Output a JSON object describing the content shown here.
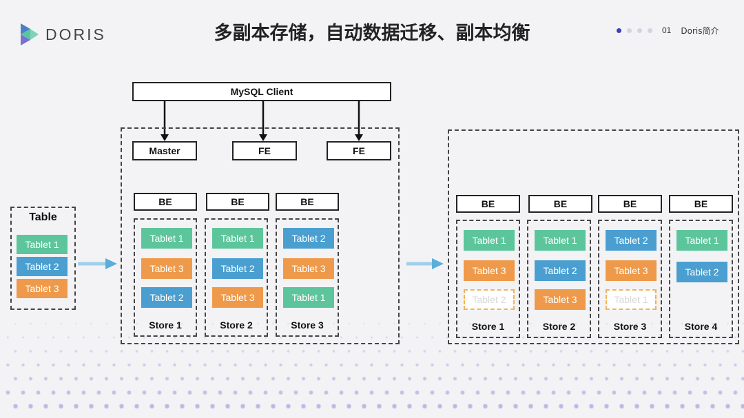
{
  "logo": {
    "text": "DORIS",
    "icon": "doris-logo-icon"
  },
  "title": "多副本存储，自动数据迁移、副本均衡",
  "pager": {
    "page": "01",
    "section": "Doris简介",
    "dots": 4,
    "active_dot": 0
  },
  "colors": {
    "green": "#5dc59b",
    "blue": "#4a9fd0",
    "orange": "#ee9a4a",
    "arrow": "#5aaed8",
    "accent": "#3d3fb5"
  },
  "client": "MySQL Client",
  "fe_nodes": [
    "Master",
    "FE",
    "FE"
  ],
  "source_table": {
    "title": "Table",
    "tablets": [
      {
        "label": "Tablet 1",
        "color": "green"
      },
      {
        "label": "Tablet 2",
        "color": "blue"
      },
      {
        "label": "Tablet 3",
        "color": "orange"
      }
    ]
  },
  "before": {
    "be_label": "BE",
    "stores": [
      {
        "label": "Store 1",
        "tablets": [
          {
            "label": "Tablet 1",
            "color": "green"
          },
          {
            "label": "Tablet 3",
            "color": "orange"
          },
          {
            "label": "Tablet 2",
            "color": "blue"
          }
        ]
      },
      {
        "label": "Store 2",
        "tablets": [
          {
            "label": "Tablet 1",
            "color": "green"
          },
          {
            "label": "Tablet 2",
            "color": "blue"
          },
          {
            "label": "Tablet 3",
            "color": "orange"
          }
        ]
      },
      {
        "label": "Store 3",
        "tablets": [
          {
            "label": "Tablet 2",
            "color": "blue"
          },
          {
            "label": "Tablet 3",
            "color": "orange"
          },
          {
            "label": "Tablet 1",
            "color": "green"
          }
        ]
      }
    ]
  },
  "after": {
    "be_label": "BE",
    "stores": [
      {
        "label": "Store 1",
        "tablets": [
          {
            "label": "Tablet 1",
            "color": "green"
          },
          {
            "label": "Tablet 3",
            "color": "orange"
          },
          {
            "label": "Tablet 2",
            "color": "ghost"
          }
        ]
      },
      {
        "label": "Store 2",
        "tablets": [
          {
            "label": "Tablet 1",
            "color": "green"
          },
          {
            "label": "Tablet 2",
            "color": "blue"
          },
          {
            "label": "Tablet 3",
            "color": "orange"
          }
        ]
      },
      {
        "label": "Store 3",
        "tablets": [
          {
            "label": "Tablet 2",
            "color": "blue"
          },
          {
            "label": "Tablet 3",
            "color": "orange"
          },
          {
            "label": "Tablet 1",
            "color": "ghost"
          }
        ]
      },
      {
        "label": "Store 4",
        "tablets": [
          {
            "label": "Tablet 1",
            "color": "green"
          },
          {
            "label": "Tablet 2",
            "color": "blue"
          }
        ]
      }
    ]
  }
}
